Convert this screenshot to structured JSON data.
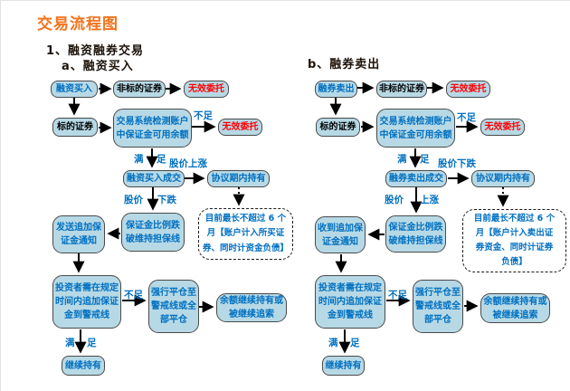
{
  "header": {
    "title": "交易流程图",
    "section_1": "1、融资融券交易",
    "sub_a": "a、融资买入",
    "sub_b": "b、融券卖出"
  },
  "colors": {
    "title_orange": "#f4731c",
    "node_fill": "#b7d9e6",
    "node_border": "#4a4a4a",
    "text_blue": "#0070c0",
    "text_red": "#ff0000",
    "text_black": "#000000"
  },
  "left": {
    "start": "融资买入",
    "non_target": "非标的证券",
    "invalid_order_1": "无效委托",
    "target": "标的证券",
    "system_check": [
      "交易系统检测账户",
      "中保证金可用余额"
    ],
    "invalid_order_2": "无效委托",
    "deal_filled": "融资买入成交",
    "hold_in_period": "协议期内持有",
    "ratio_break": [
      "保证金比例跌",
      "破维持担保线"
    ],
    "margin_call": [
      "发送追加保",
      "证金通知"
    ],
    "note": [
      "目前最长不超过 6 个",
      "月【账户计入所买证",
      "券、同时计资金负债】"
    ],
    "investor_topup": [
      "投资者需在规定",
      "时间内追加保证",
      "金到警戒线"
    ],
    "forced_close": [
      "强行平仓至",
      "警戒线或全",
      "部平仓"
    ],
    "balance_pursue": [
      "余额继续持有或",
      "被继续追索"
    ],
    "keep_holding": "继续持有",
    "labels": {
      "insufficient_1": "不足",
      "satisfied_1_l": "满",
      "satisfied_1_r": "足",
      "price_up": "股价上涨",
      "price_word": "股价",
      "price_down_word": "下跌",
      "insufficient_2": "不足",
      "satisfied_2_l": "满",
      "satisfied_2_r": "足"
    }
  },
  "right": {
    "start": "融券卖出",
    "non_target": "非标的证券",
    "invalid_order_1": "无效委托",
    "target": "标的证券",
    "system_check": [
      "交易系统检测账户",
      "中保证金可用余额"
    ],
    "invalid_order_2": "无效委托",
    "deal_filled": "融券卖出成交",
    "hold_in_period": "协议期内持有",
    "ratio_break": [
      "保证金比例跌",
      "破维持担保线"
    ],
    "margin_call": [
      "收到追加保",
      "证金通知"
    ],
    "note": [
      "目前最长不超过 6 个",
      "月【账户计入卖出证",
      "券资金、同时计证券",
      "负债】"
    ],
    "investor_topup": [
      "投资者需在规定",
      "时间内追加保证",
      "金到警戒线"
    ],
    "forced_close": [
      "强行平仓至",
      "警戒线或全",
      "部平仓"
    ],
    "balance_pursue": [
      "余额继续持有或",
      "被继续追索"
    ],
    "keep_holding": "继续持有",
    "labels": {
      "insufficient_1": "不足",
      "satisfied_1_l": "满",
      "satisfied_1_r": "足",
      "price_down": "股价下跌",
      "price_word": "股价",
      "price_up_word": "上涨",
      "insufficient_2": "不足",
      "satisfied_2_l": "满",
      "satisfied_2_r": "足"
    }
  }
}
